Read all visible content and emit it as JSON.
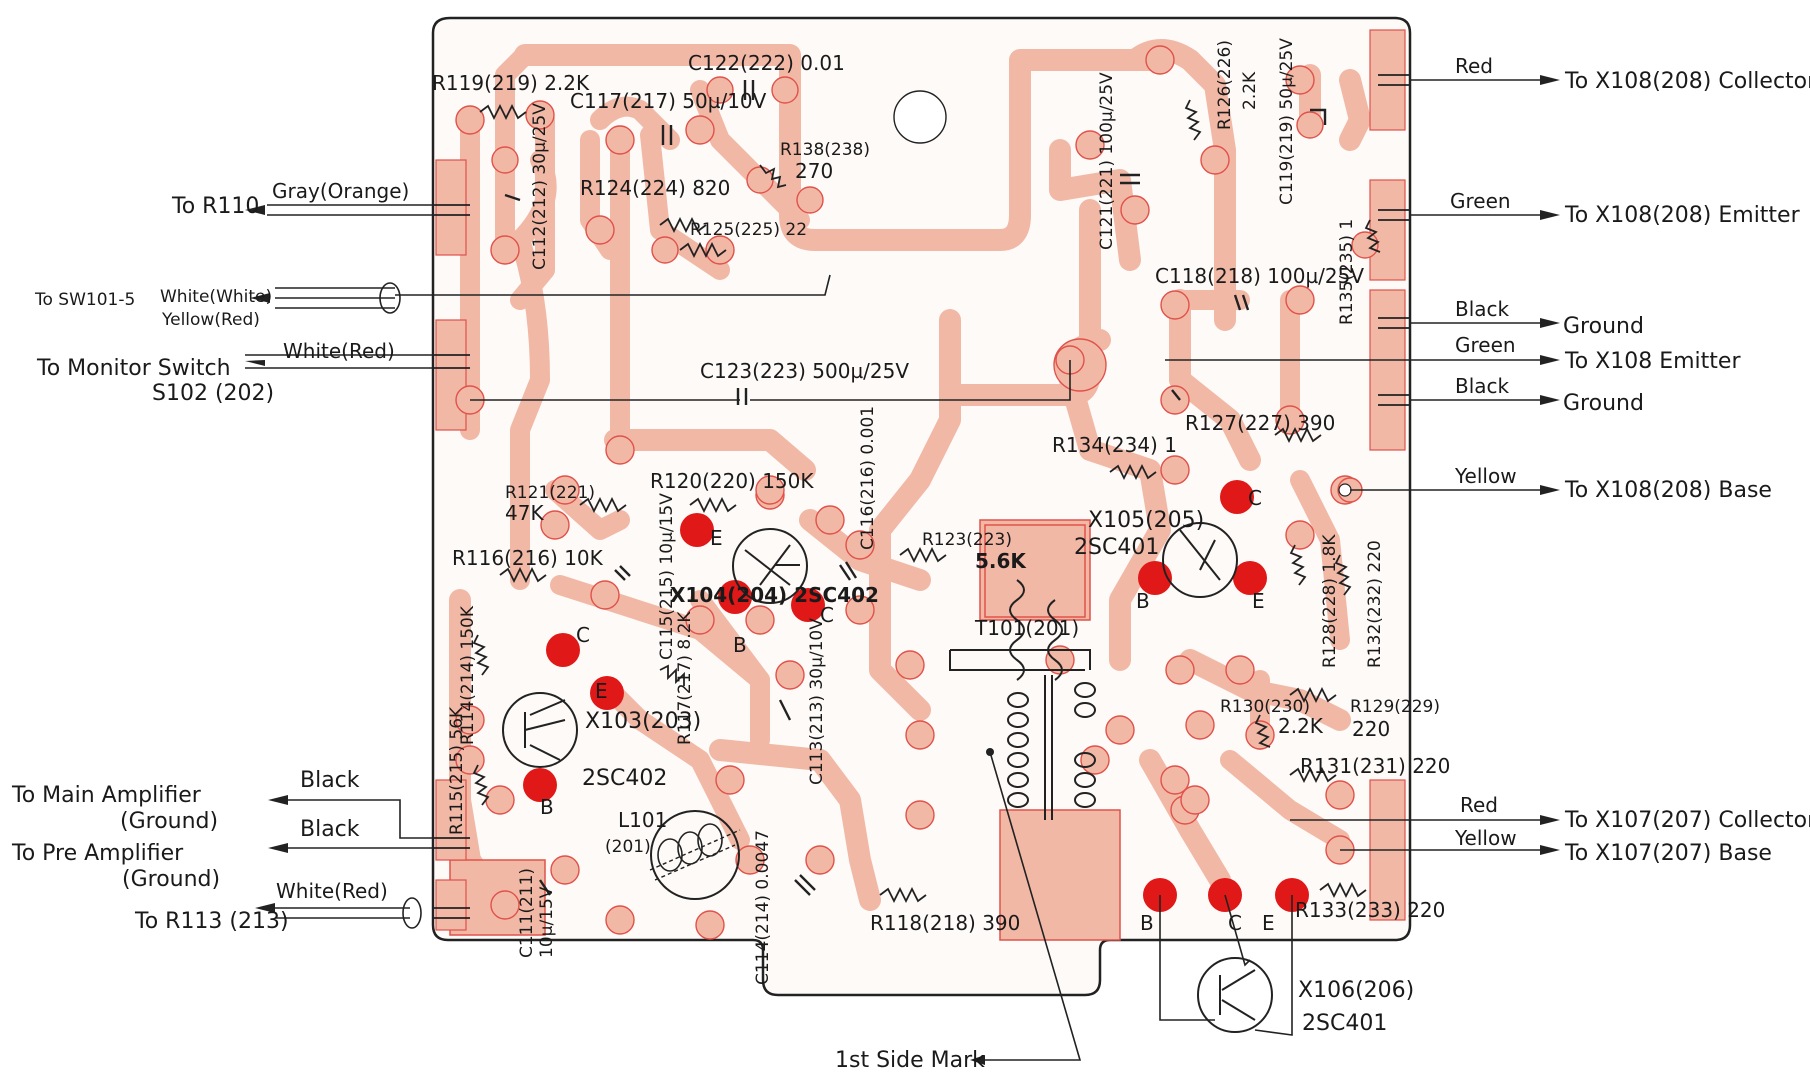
{
  "components": {
    "r119": "R119(219) 2.2K",
    "c122": "C122(222) 0.01",
    "c117": "C117(217) 50µ/10V",
    "c112": "C112(212) 30µ/25V",
    "r138": "R138(238)",
    "r138_val": "270",
    "r124": "R124(224) 820",
    "r125": "R125(225) 22",
    "c121": "C121(221) 100µ/25V",
    "r126": "R126(226)",
    "r126_val": "2.2K",
    "c119": "C119(219) 50µ/25V",
    "c118": "C118(218) 100µ/25V",
    "r135": "R135(235) 1",
    "c123": "C123(223) 500µ/25V",
    "r134": "R134(234) 1",
    "r127": "R127(227) 390",
    "r121": "R121(221)",
    "r121_val": "47K",
    "r120": "R120(220) 150K",
    "c116": "C116(216) 0.001",
    "r123": "R123(223)",
    "r123_val": "5.6K",
    "r116": "R116(216) 10K",
    "c115": "C115(215) 10µ/15V",
    "x104": "X104(204) 2SC402",
    "x105": "X105(205)",
    "x105_type": "2SC401",
    "t101": "T101(201)",
    "r128": "R128(228) 1.8K",
    "r132": "R132(232) 220",
    "r114": "R114(214) 150K",
    "r115": "R115(215) 56K",
    "r117": "R117(217) 8.2K",
    "c113": "C113(213) 30µ/10V",
    "x103": "X103(203)",
    "x103_type": "2SC402",
    "r130": "R130(230)",
    "r130_val": "2.2K",
    "r129": "R129(229)",
    "r129_val": "220",
    "r131": "R131(231) 220",
    "l101": "L101",
    "l101_sub": "(201)",
    "c114": "C114(214) 0.0047",
    "c111": "C111(211)",
    "c111_val": "10µ/15V",
    "r118": "R118(218) 390",
    "r133": "R133(233) 220",
    "x106": "X106(206)",
    "x106_type": "2SC401"
  },
  "pins": {
    "c": "C",
    "e": "E",
    "b": "B"
  },
  "connections_left": {
    "to_r110": "To R110",
    "gray_orange": "Gray(Orange)",
    "to_sw101": "To SW101-5",
    "white_white": "White(White)",
    "yellow_red": "Yellow(Red)",
    "to_monitor": "To Monitor  Switch",
    "s102": "S102 (202)",
    "white_red": "White(Red)",
    "to_main_amp": "To Main  Amplifier",
    "ground1": "(Ground)",
    "black1": "Black",
    "to_pre_amp": "To Pre  Amplifier",
    "ground2": "(Ground)",
    "black2": "Black",
    "to_r113": "To R113 (213)",
    "white_red2": "White(Red)"
  },
  "connections_right": {
    "red1": "Red",
    "to_x108_collector": "To X108(208) Collector",
    "green1": "Green",
    "to_x108_emitter": "To X108(208) Emitter",
    "black1": "Black",
    "ground1": "Ground",
    "green2": "Green",
    "to_x108_emitter2": "To X108 Emitter",
    "black2": "Black",
    "ground2": "Ground",
    "yellow1": "Yellow",
    "to_x108_base": "To X108(208) Base",
    "red2": "Red",
    "to_x107_collector": "To X107(207) Collector",
    "yellow2": "Yellow",
    "to_x107_base": "To X107(207) Base"
  },
  "bottom": {
    "side_mark": "1st Side Mark"
  },
  "colors": {
    "board": "#f2b8a6",
    "trace_edge": "#e0524a",
    "pad_red": "#e01818"
  }
}
